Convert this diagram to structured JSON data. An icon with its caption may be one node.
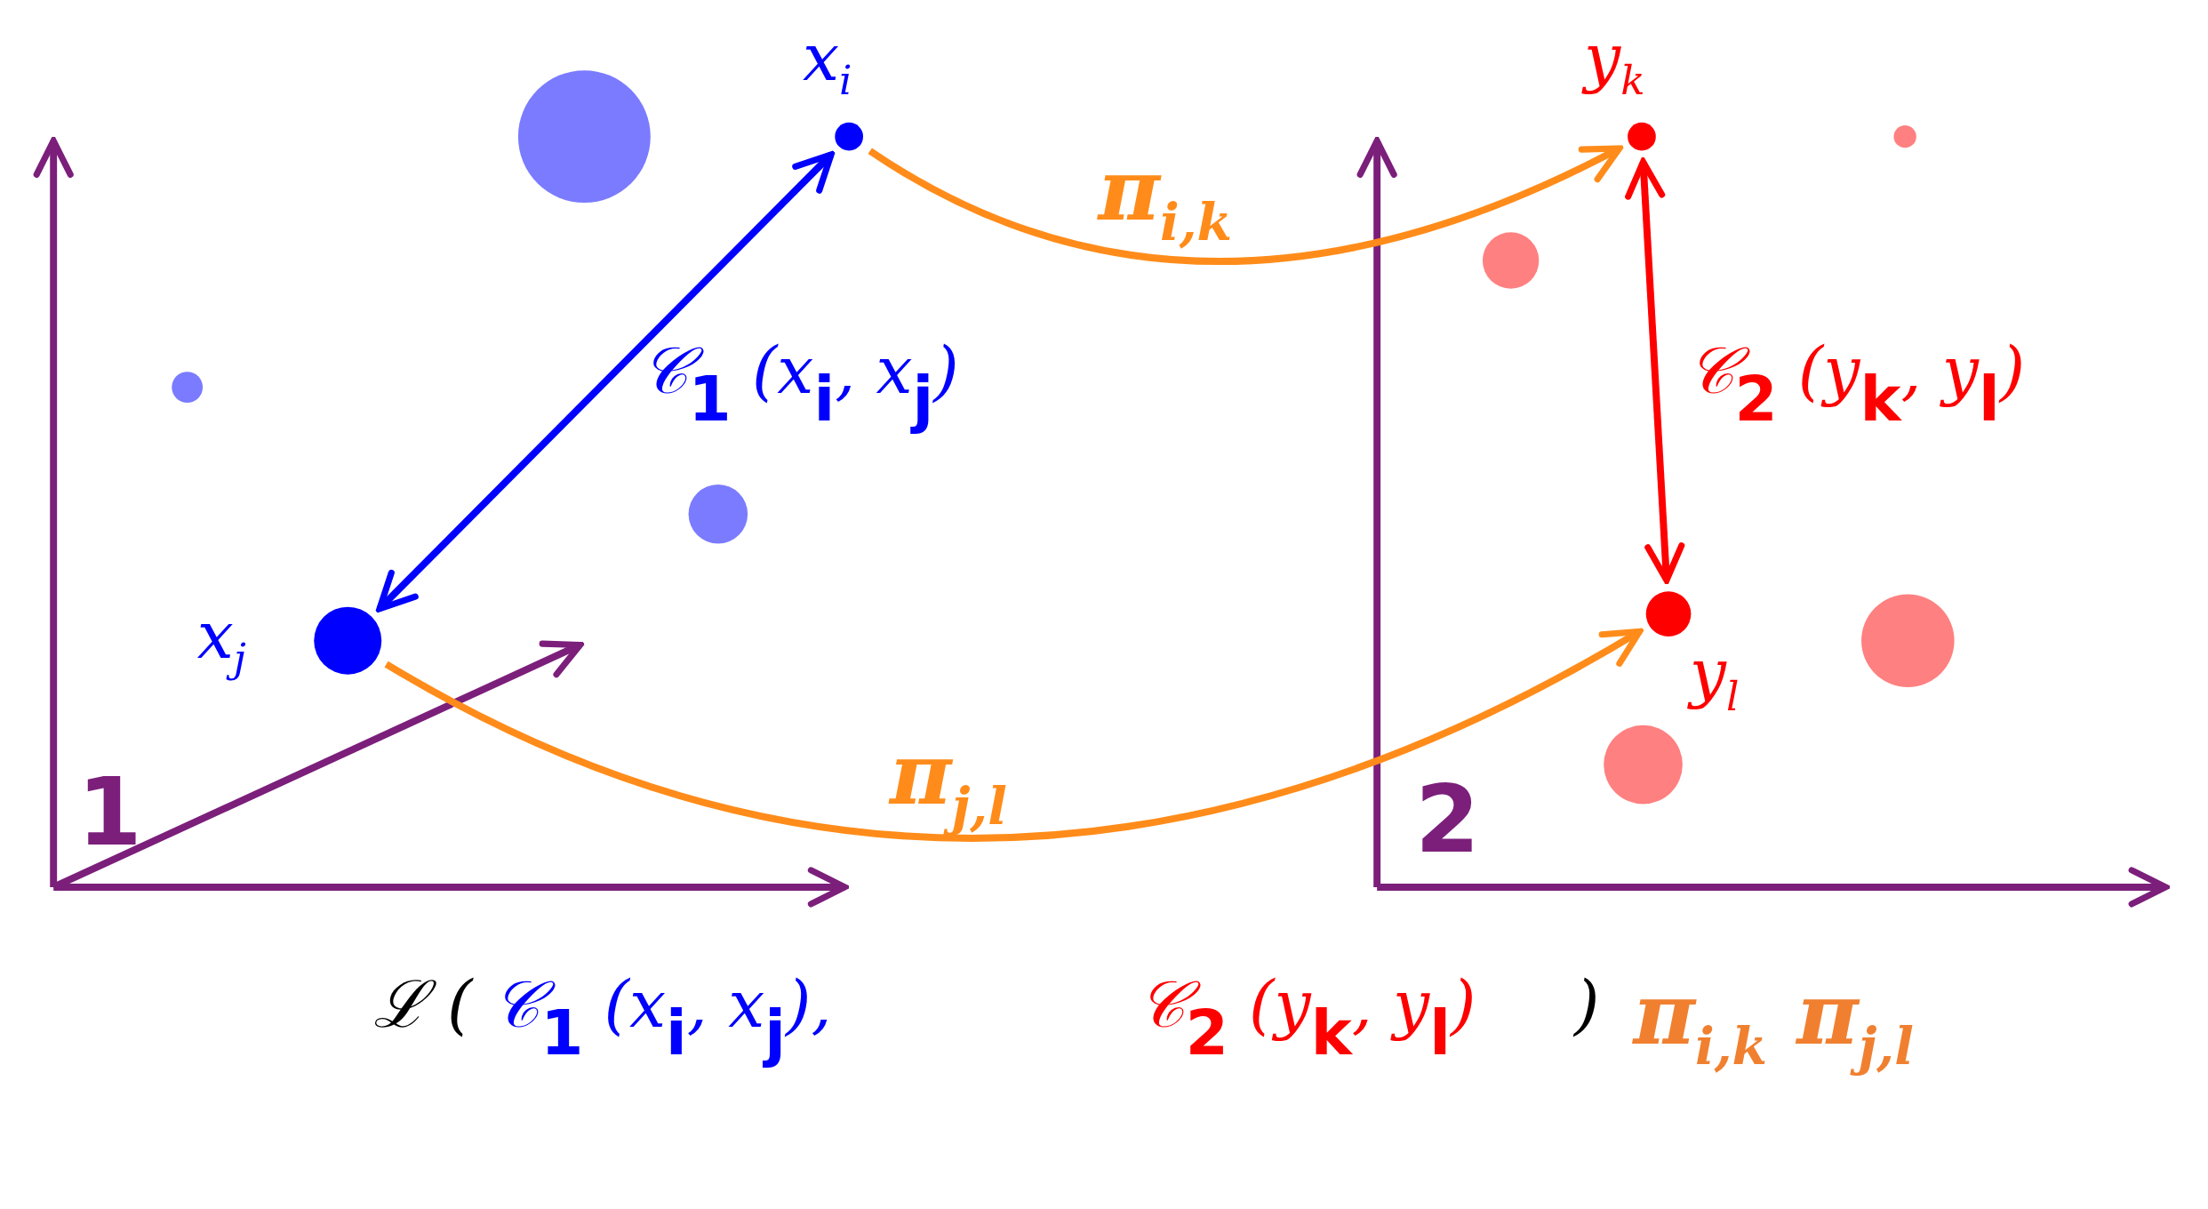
{
  "diagram": {
    "nodes": [
      {
        "text": [],
        "shape": "circle"
      },
      {
        "text": [
          "x$_{j}$"
        ]
      },
      {
        "text": [
          "x$_{i}$"
        ]
      },
      {
        "text": [],
        "shape": "circle"
      },
      {
        "text": [],
        "shape": "circle"
      },
      {
        "text": [],
        "shape": "circle"
      },
      {
        "text": [
          "y$_{k}$"
        ]
      },
      {
        "text": [
          "y$_{l}$"
        ]
      },
      {
        "text": [],
        "shape": "circle"
      },
      {
        "text": [],
        "shape": "circle"
      },
      {
        "text": [],
        "shape": "circle"
      }
    ],
    "edges": [
      {
        "from": 2,
        "to": 1,
        "arrow": "both",
        "label": "𝒞$_{1}$ (x$_{i}$, x$_{j}$)",
        "color": "#0000ff"
      },
      {
        "from": 2,
        "to": 6,
        "arrow": "to",
        "label": "π$_{i,k}$",
        "color": "#ff8c1a"
      },
      {
        "from": 6,
        "to": 7,
        "arrow": "both",
        "label": "𝒞$_{2}$ (y$_{k}$, y$_{l}$)",
        "color": "#ff0000"
      },
      {
        "from": 1,
        "to": 7,
        "arrow": "to",
        "label": "π$_{j,l}$",
        "color": "#ff8c1a"
      }
    ],
    "labels": [
      "1",
      "2",
      "ℒ (",
      "𝒞$_{1}$ (x$_{i}$, x$_{j}$),",
      "𝒞$_{2}$ (y$_{k}$, y$_{l}$)",
      ")",
      "π$_{i,k}$ π$_{j,l}$"
    ]
  }
}
